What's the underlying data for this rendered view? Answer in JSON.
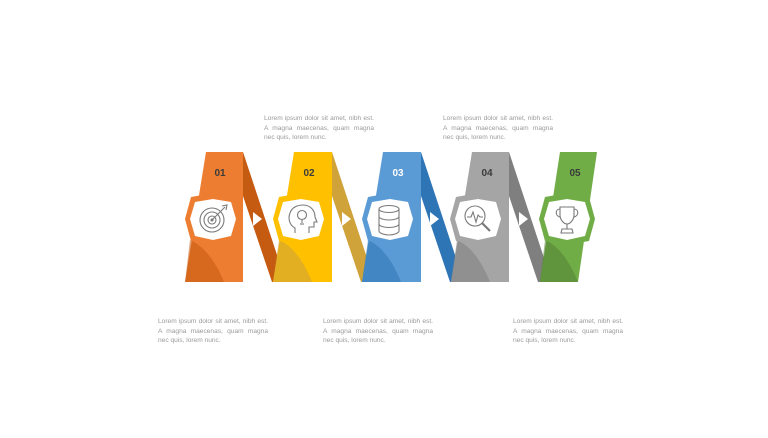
{
  "steps": [
    {
      "number": "01",
      "icon": "target-icon",
      "color": "#ED7D31",
      "shade": "#C55A11",
      "num_color": "#3b3b3b",
      "text": "Lorem ipsum dolor sit amet, nibh est. A magna maecenas, quam magna nec quis, lorem nunc."
    },
    {
      "number": "02",
      "icon": "head-lightbulb-icon",
      "color": "#FFC000",
      "shade": "#CFA33A",
      "num_color": "#3b3b3b",
      "text": "Lorem ipsum dolor sit amet, nibh est. A magna maecenas, quam magna nec quis, lorem nunc."
    },
    {
      "number": "03",
      "icon": "database-icon",
      "color": "#5B9BD5",
      "shade": "#2E75B6",
      "num_color": "#ffffff",
      "text": "Lorem ipsum dolor sit amet, nibh est. A magna maecenas, quam magna nec quis, lorem nunc."
    },
    {
      "number": "04",
      "icon": "magnifier-pulse-icon",
      "color": "#A5A5A5",
      "shade": "#7F7F7F",
      "num_color": "#3b3b3b",
      "text": "Lorem ipsum dolor sit amet, nibh est. A magna maecenas, quam magna nec quis, lorem nunc."
    },
    {
      "number": "05",
      "icon": "trophy-icon",
      "color": "#70AD47",
      "shade": "#548235",
      "num_color": "#3b3b3b",
      "text": "Lorem ipsum dolor sit amet, nibh est. A magna maecenas, quam magna nec quis, lorem nunc."
    }
  ]
}
